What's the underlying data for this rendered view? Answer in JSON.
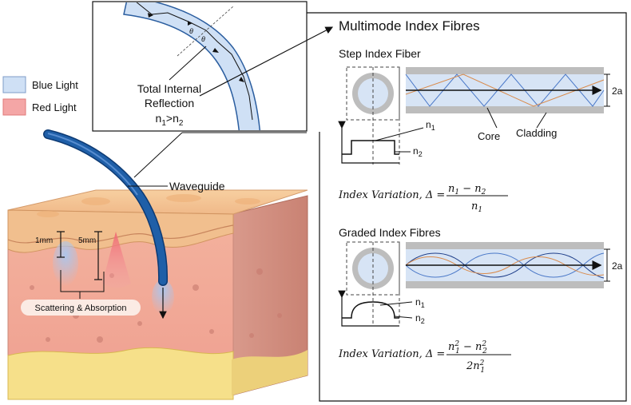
{
  "legend": {
    "blue_label": "Blue Light",
    "red_label": "Red Light",
    "blue_color": "#cfe0f5",
    "red_color": "#f4a6a6"
  },
  "inset": {
    "tir_line1": "Total Internal",
    "tir_line2": "Reflection",
    "n1": "n",
    "n1_sub": "1",
    "gt": ">",
    "n2": "n",
    "n2_sub": "2",
    "theta": "θ"
  },
  "waveguide_label": "Waveguide",
  "skin": {
    "depth1": "1mm",
    "depth2": "5mm",
    "scatter_label": "Scattering & Absorption"
  },
  "panel": {
    "title": "Multimode Index Fibres",
    "step": {
      "title": "Step Index  Fiber",
      "n1": "n",
      "n1_sub": "1",
      "n2": "n",
      "n2_sub": "2",
      "core": "Core",
      "cladding": "Cladding",
      "dim": "2a",
      "formula_prefix": "Index Variation, Δ =",
      "num": "n",
      "num_a": "1",
      "num_minus": " − n",
      "num_b": "2",
      "den": "n",
      "den_a": "1"
    },
    "graded": {
      "title": "Graded Index Fibres",
      "n1": "n",
      "n1_sub": "1",
      "n2": "n",
      "n2_sub": "2",
      "dim": "2a",
      "formula_prefix": "Index Variation, Δ =",
      "num": "n",
      "num_a": "1",
      "num_exp": "2",
      "num_minus": " − n",
      "num_b": "2",
      "num_exp2": "2",
      "den": "2n",
      "den_a": "1",
      "den_exp": "2"
    }
  },
  "colors": {
    "fiber_blue": "#1f5fa8",
    "cladding_gray": "#bdbdbd",
    "core_fill": "#d7e4f5",
    "ray_blue": "#4a78c8",
    "ray_orange": "#d98a4a"
  }
}
